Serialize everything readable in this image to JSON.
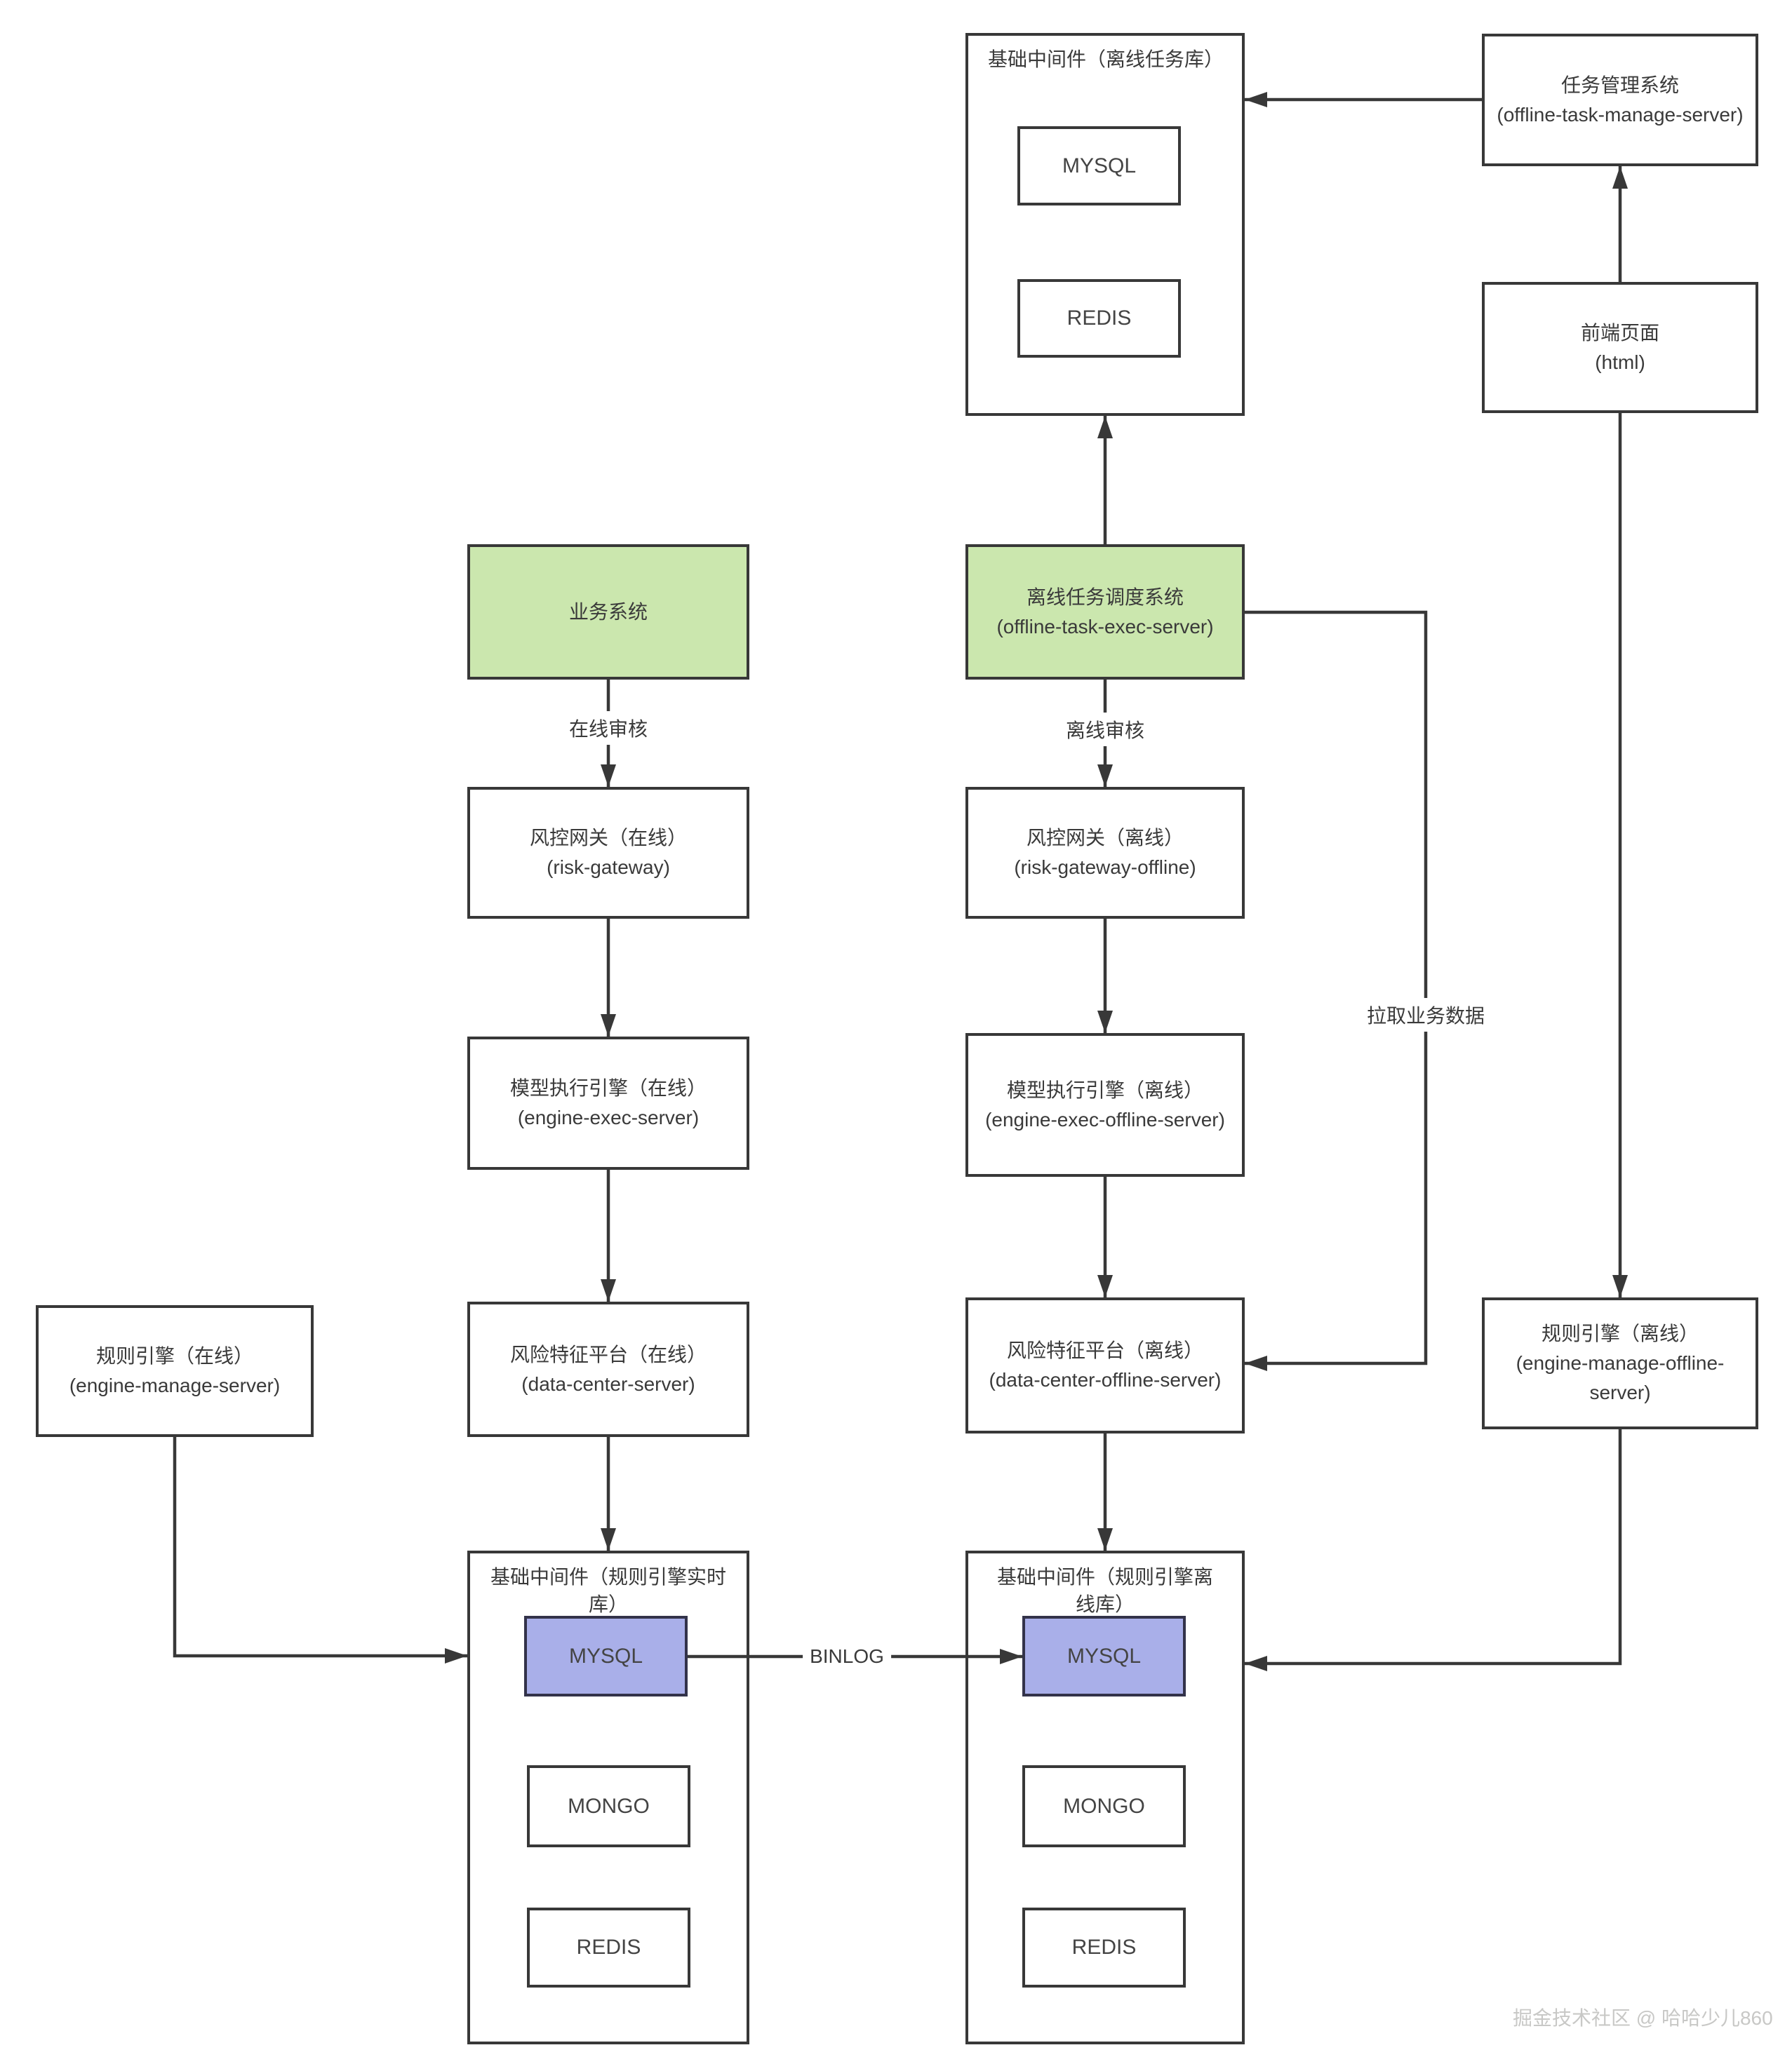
{
  "diagram": {
    "watermark": "掘金技术社区 @ 哈哈少儿860",
    "colors": {
      "accent_green": "#cbe7ae",
      "accent_purple": "#a9afe9",
      "line": "#383838"
    },
    "nodes": {
      "middleware_offline_task": {
        "title": "基础中间件（离线任务库）",
        "dbs": [
          "MYSQL",
          "REDIS"
        ]
      },
      "task_manage": {
        "title": "任务管理系统",
        "subtitle": "(offline-task-manage-server)"
      },
      "front_page": {
        "title": "前端页面",
        "subtitle": "(html)"
      },
      "business_system": {
        "title": "业务系统"
      },
      "offline_task_exec": {
        "title": "离线任务调度系统",
        "subtitle": "(offline-task-exec-server)"
      },
      "risk_gateway_online": {
        "title": "风控网关（在线）",
        "subtitle": "(risk-gateway)"
      },
      "risk_gateway_offline": {
        "title": "风控网关（离线）",
        "subtitle": "(risk-gateway-offline)"
      },
      "engine_exec_online": {
        "title": "模型执行引擎（在线）",
        "subtitle": "(engine-exec-server)"
      },
      "engine_exec_offline": {
        "title": "模型执行引擎（离线）",
        "subtitle": "(engine-exec-offline-server)"
      },
      "data_center_online": {
        "title": "风险特征平台（在线）",
        "subtitle": "(data-center-server)"
      },
      "data_center_offline": {
        "title": "风险特征平台（离线）",
        "subtitle": "(data-center-offline-server)"
      },
      "engine_manage_online": {
        "title": "规则引擎（在线）",
        "subtitle": "(engine-manage-server)"
      },
      "engine_manage_offline": {
        "title": "规则引擎（离线）",
        "subtitle": "(engine-manage-offline-server)"
      },
      "middleware_realtime": {
        "title": "基础中间件（规则引擎实时库）",
        "dbs": [
          "MYSQL",
          "MONGO",
          "REDIS"
        ]
      },
      "middleware_offline_rule": {
        "title": "基础中间件（规则引擎离线库）",
        "dbs": [
          "MYSQL",
          "MONGO",
          "REDIS"
        ]
      }
    },
    "edge_labels": {
      "online_audit": "在线审核",
      "offline_audit": "离线审核",
      "pull_business_data": "拉取业务数据",
      "binlog": "BINLOG"
    }
  }
}
